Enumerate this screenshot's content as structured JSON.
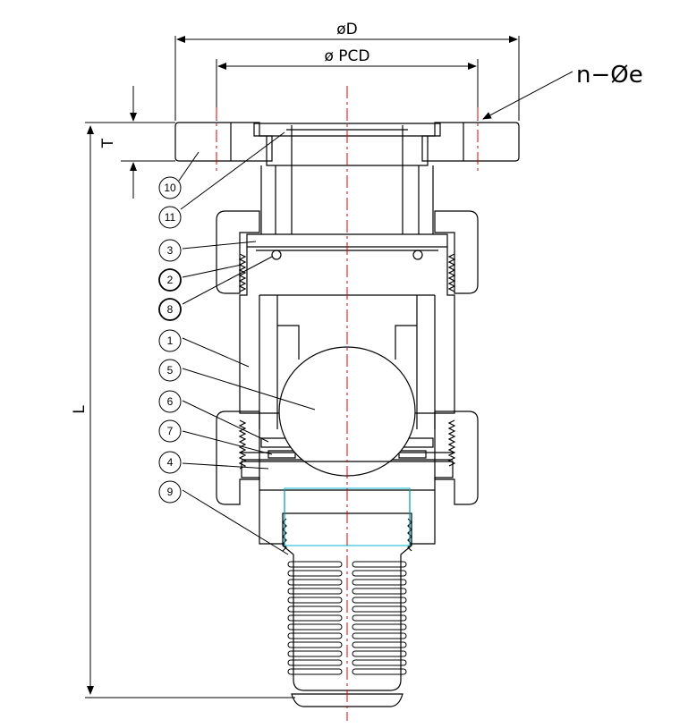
{
  "dimensions": {
    "outer_diameter": "øD",
    "pcd": "ø PCD",
    "bolt_holes": "n−Øe",
    "thickness": "T",
    "length": "L"
  },
  "callouts": [
    "10",
    "11",
    "3",
    "2",
    "8",
    "1",
    "5",
    "6",
    "7",
    "4",
    "9"
  ],
  "colors": {
    "outline": "#000000",
    "centerline": "#e00000",
    "hidden_thread": "#00b8c8"
  }
}
